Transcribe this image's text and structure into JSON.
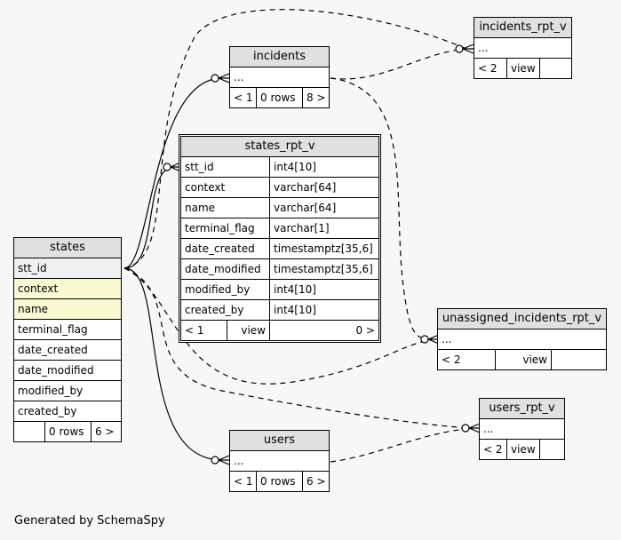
{
  "tables": {
    "states": {
      "title": "states",
      "columns": [
        "stt_id",
        "context",
        "name",
        "terminal_flag",
        "date_created",
        "date_modified",
        "modified_by",
        "created_by"
      ],
      "footer": [
        "",
        "0 rows",
        "6 >"
      ]
    },
    "states_rpt_v": {
      "title": "states_rpt_v",
      "columns": [
        {
          "name": "stt_id",
          "type": "int4[10]"
        },
        {
          "name": "context",
          "type": "varchar[64]"
        },
        {
          "name": "name",
          "type": "varchar[64]"
        },
        {
          "name": "terminal_flag",
          "type": "varchar[1]"
        },
        {
          "name": "date_created",
          "type": "timestamptz[35,6]"
        },
        {
          "name": "date_modified",
          "type": "timestamptz[35,6]"
        },
        {
          "name": "modified_by",
          "type": "int4[10]"
        },
        {
          "name": "created_by",
          "type": "int4[10]"
        }
      ],
      "footer": [
        "< 1",
        "view",
        "0 >"
      ]
    },
    "incidents": {
      "title": "incidents",
      "row": "...",
      "footer": [
        "< 1",
        "0 rows",
        "8 >"
      ]
    },
    "incidents_rpt_v": {
      "title": "incidents_rpt_v",
      "row": "...",
      "footer": [
        "< 2",
        "view",
        ""
      ]
    },
    "unassigned_incidents_rpt_v": {
      "title": "unassigned_incidents_rpt_v",
      "row": "...",
      "footer": [
        "< 2",
        "view",
        ""
      ]
    },
    "users": {
      "title": "users",
      "row": "...",
      "footer": [
        "< 1",
        "0 rows",
        "6 >"
      ]
    },
    "users_rpt_v": {
      "title": "users_rpt_v",
      "row": "...",
      "footer": [
        "< 2",
        "view",
        ""
      ]
    }
  },
  "footer_text": "Generated by SchemaSpy"
}
